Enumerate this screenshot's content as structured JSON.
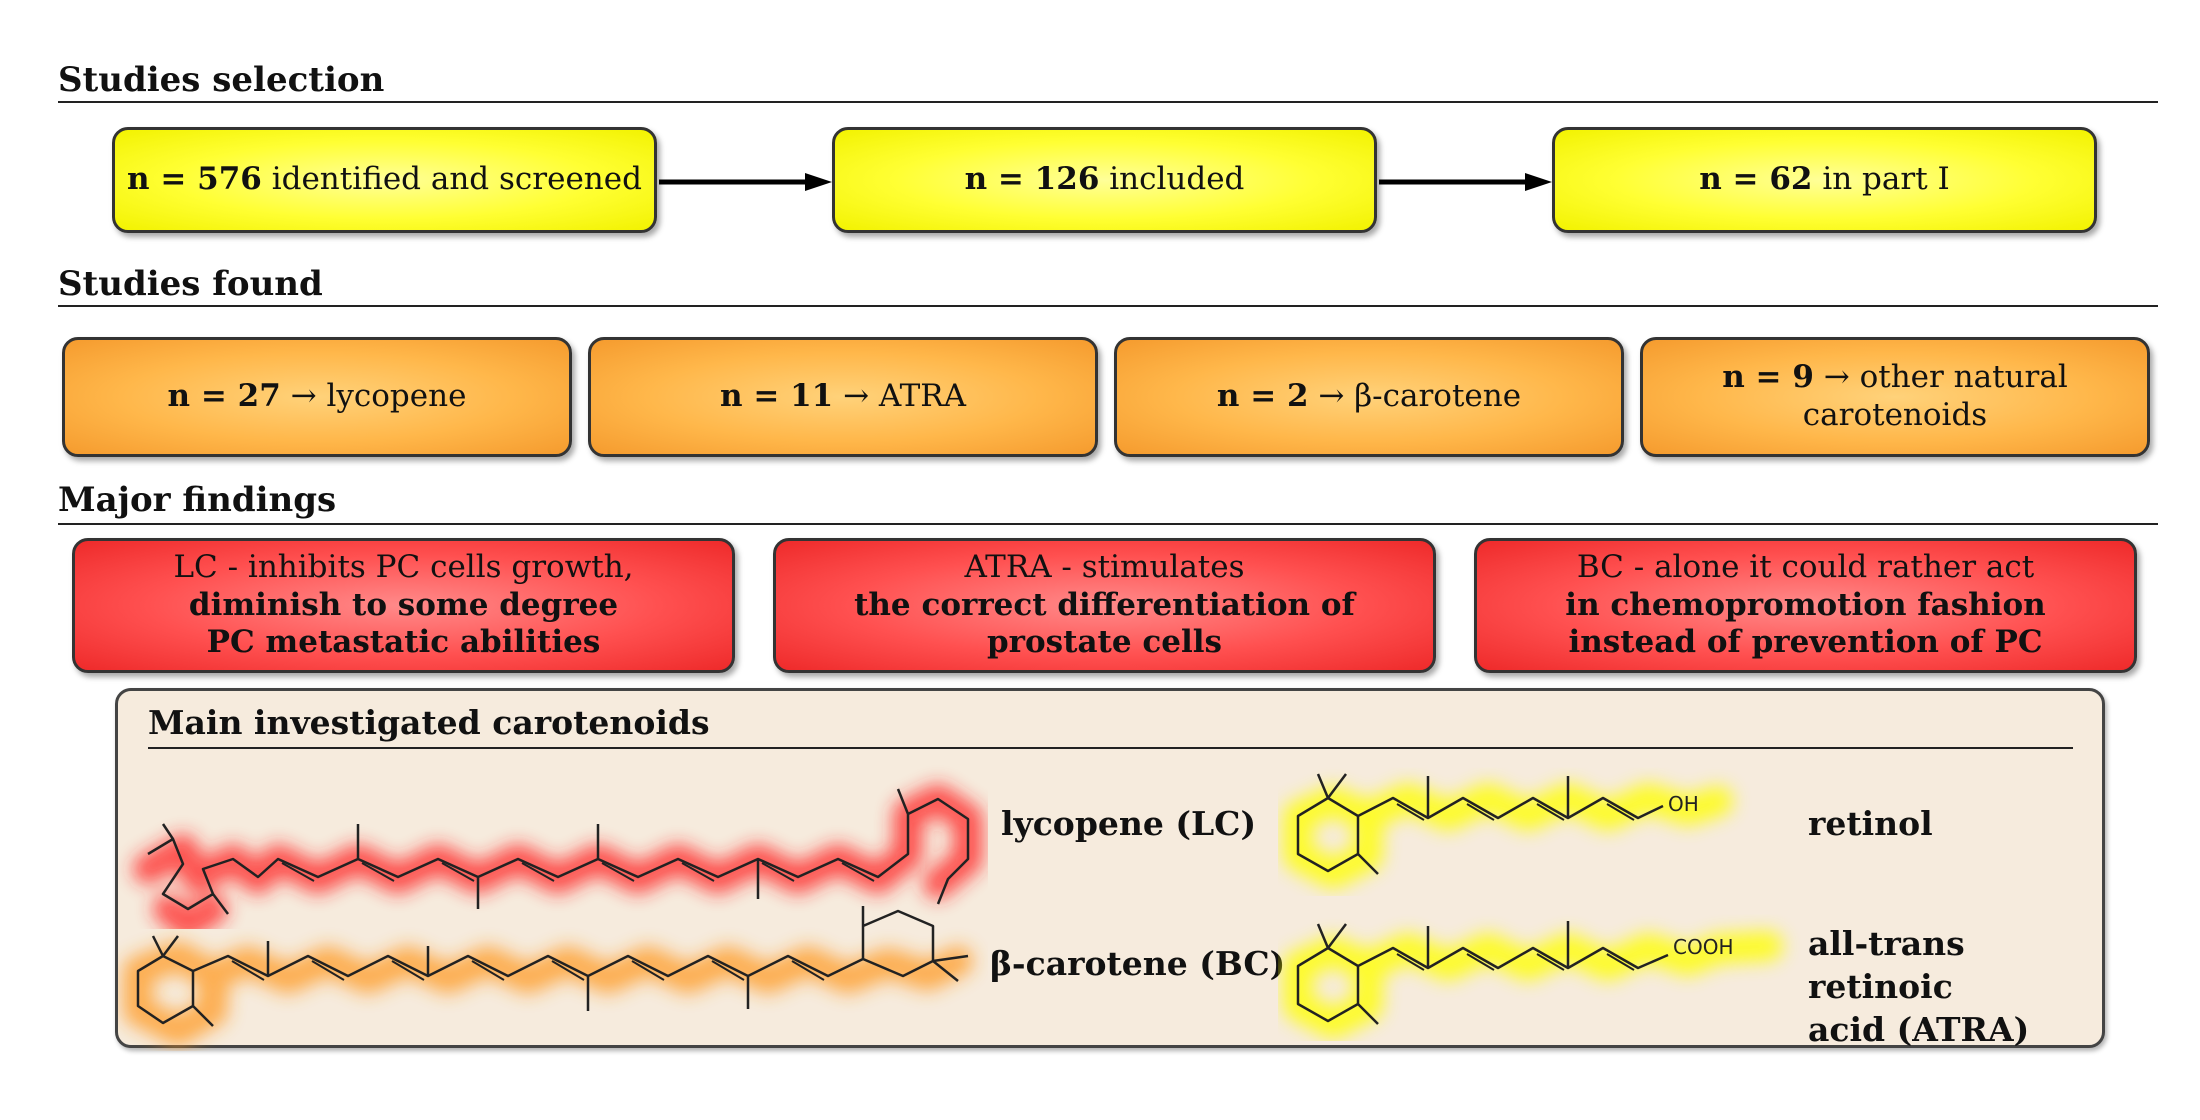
{
  "sections": {
    "selection": "Studies selection",
    "found": "Studies found",
    "findings": "Major findings"
  },
  "selection_boxes": [
    {
      "count": "n = 576",
      "text": " identified and screened"
    },
    {
      "count": "n = 126",
      "text": " included"
    },
    {
      "count": "n = 62",
      "text": " in part I"
    }
  ],
  "found_boxes": [
    {
      "count": "n = 27",
      "text": " → lycopene"
    },
    {
      "count": "n = 11",
      "text": " → ATRA"
    },
    {
      "count": "n = 2",
      "text": " → β-carotene"
    },
    {
      "count": "n = 9",
      "text": " → other natural carotenoids"
    }
  ],
  "findings_boxes": [
    {
      "line1": "LC - inhibits PC cells growth,",
      "line2": "diminish to some degree",
      "line3": "PC metastatic abilities"
    },
    {
      "line1": "ATRA - stimulates",
      "line2": "the correct differentiation of prostate cells",
      "line3": ""
    },
    {
      "line1": "BC - alone it could rather act",
      "line2": "in chemopromotion fashion",
      "line3": "instead of prevention of PC"
    }
  ],
  "panel": {
    "title": "Main investigated carotenoids",
    "lycopene": "lycopene (LC)",
    "beta_carotene": "β-carotene (BC)",
    "retinol": "retinol",
    "atra_line1": "all-trans retinoic",
    "atra_line2": "acid (ATRA)",
    "oh_label": "OH",
    "cooh_label": "COOH"
  },
  "colors": {
    "selection": "#ffff33",
    "found": "#ffb74a",
    "findings": "#ff5050",
    "panel": "#f6ebdd",
    "glow_lycopene": "#ff2020",
    "glow_beta": "#ff9a20",
    "glow_retinoid": "#ffff00"
  }
}
